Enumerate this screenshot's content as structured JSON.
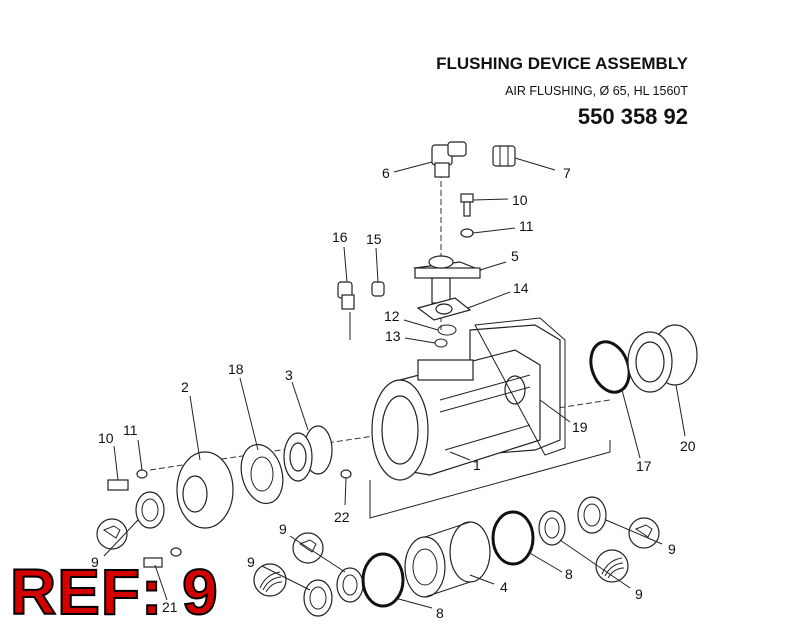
{
  "header": {
    "title": "FLUSHING DEVICE ASSEMBLY",
    "subtitle": "AIR FLUSHING, Ø 65, HL 1560T",
    "part_number": "550 358 92"
  },
  "ref_label": "REF: 9",
  "callouts": {
    "c1": "1",
    "c2": "2",
    "c3": "3",
    "c4": "4",
    "c5": "5",
    "c6": "6",
    "c7": "7",
    "c8a": "8",
    "c8b": "8",
    "c9a": "9",
    "c9b": "9",
    "c9c": "9",
    "c9d": "9",
    "c9e": "9",
    "c10a": "10",
    "c10b": "10",
    "c11a": "11",
    "c11b": "11",
    "c12": "12",
    "c13": "13",
    "c14": "14",
    "c15": "15",
    "c16": "16",
    "c17": "17",
    "c18": "18",
    "c19": "19",
    "c20": "20",
    "c21": "21",
    "c22": "22"
  }
}
